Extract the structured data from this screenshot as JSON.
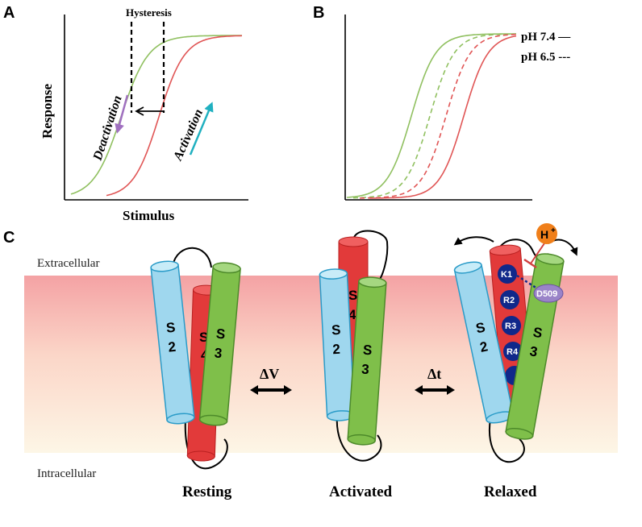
{
  "panels": {
    "a": {
      "letter": "A",
      "hysteresis_label": "Hysteresis",
      "deactivation_label": "Deactivation",
      "activation_label": "Activation",
      "y_label": "Response",
      "x_label": "Stimulus"
    },
    "b": {
      "letter": "B",
      "legend_ph74": "pH 7.4 —",
      "legend_ph65": "pH 6.5 ---"
    },
    "c": {
      "letter": "C",
      "extracellular": "Extracellular",
      "intracellular": "Intracellular",
      "states": {
        "resting": "Resting",
        "activated": "Activated",
        "relaxed": "Relaxed"
      },
      "delta_v": "ΔV",
      "delta_t": "Δt",
      "helices": {
        "s2_a": "S",
        "s2_b": "2",
        "s3_a": "S",
        "s3_b": "3",
        "s4_a": "S",
        "s4_b": "4"
      },
      "residues": [
        "K1",
        "R2",
        "R3",
        "R4"
      ],
      "d509": "D509",
      "proton": "H",
      "proton_sup": "+"
    }
  },
  "colors": {
    "green": "#90c060",
    "red": "#e05555",
    "cyan_helix": "#9fd7ee",
    "green_helix": "#7fbf4a",
    "red_helix": "#e23a3a",
    "purple_arrow": "#a070c0",
    "teal_arrow": "#20b0c0",
    "residue": "#10288a",
    "d509": "#9a84c8",
    "proton": "#f07f1a"
  }
}
